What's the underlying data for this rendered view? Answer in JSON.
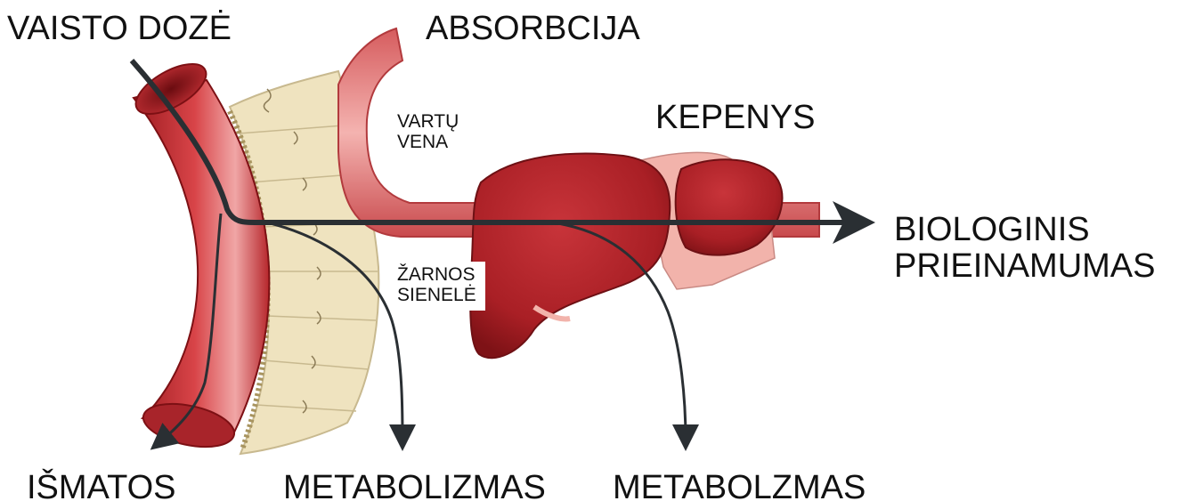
{
  "labels": {
    "drug_dose": "VAISTO DOZĖ",
    "absorption": "ABSORBCIJA",
    "liver": "KEPENYS",
    "portal_vein": [
      "VARTŲ",
      "VENA"
    ],
    "bioavailability": [
      "BIOLOGINIS",
      "PRIEINAMUMAS"
    ],
    "gut_wall": [
      "ŽARNOS",
      "SIENELĖ"
    ],
    "feces": "IŠMATOS",
    "metabolism_gut": "METABOLIZMAS",
    "metabolism_liver": "METABOLZMAS"
  },
  "colors": {
    "intestine": "#c42a2f",
    "intestine_dark": "#8f1418",
    "vein": "#e07a7a",
    "wall_tissue": "#efe3bf",
    "liver": "#b1242a",
    "liver_dark": "#8a1519",
    "tissue_pink": "#f2b3ab",
    "arrow": "#2a2f33"
  }
}
